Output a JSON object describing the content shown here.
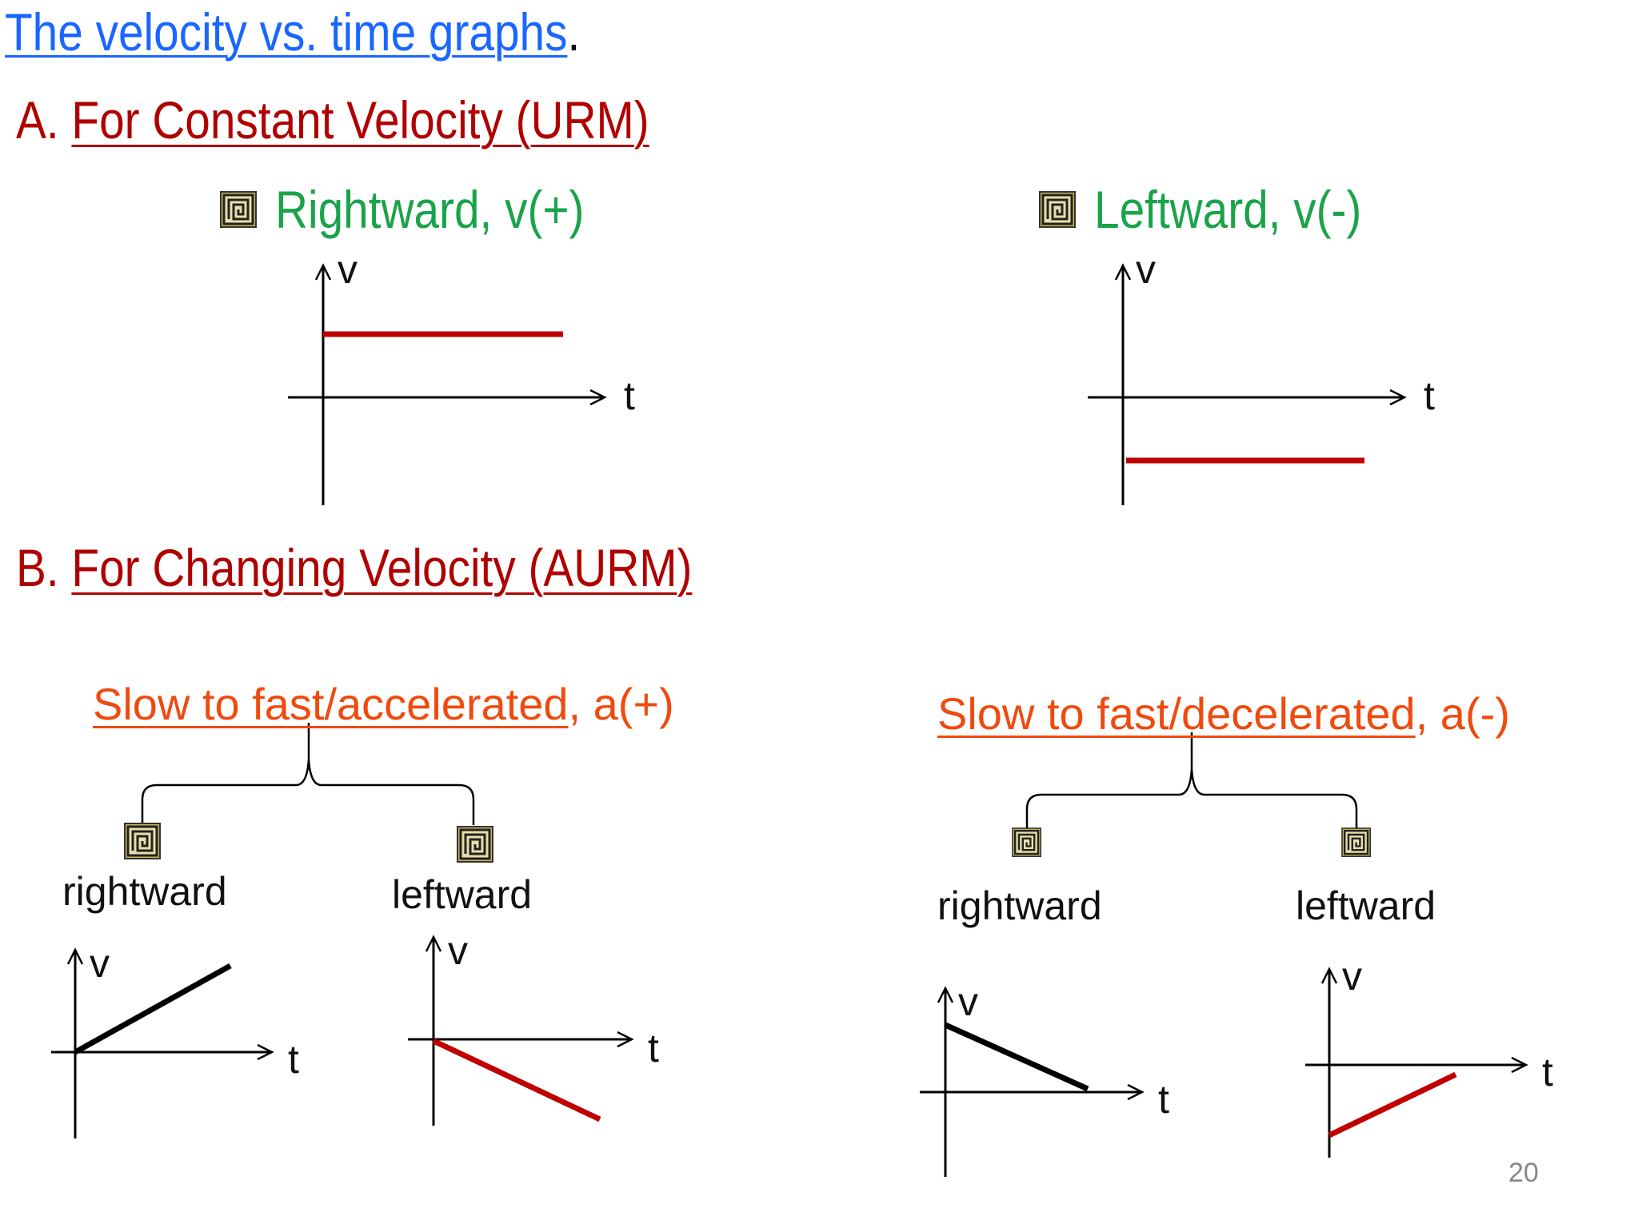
{
  "title": {
    "link_text": "The velocity vs. time graphs",
    "period": "."
  },
  "section_a": {
    "letter": "A.",
    "heading": "For Constant Velocity (URM)",
    "rightward": {
      "label": "Rightward, v(+)",
      "v_axis": "v",
      "t_axis": "t"
    },
    "leftward": {
      "label": "Leftward, v(-)",
      "v_axis": "v",
      "t_axis": "t"
    }
  },
  "section_b": {
    "letter": "B.",
    "heading": "For Changing Velocity (AURM)",
    "accelerated": {
      "label_underlined": "Slow to fast/accelerated",
      "label_rest": ", a(+)",
      "rightward": {
        "label": "rightward",
        "v_axis": "v",
        "t_axis": "t"
      },
      "leftward": {
        "label": "leftward",
        "v_axis": "v",
        "t_axis": "t"
      }
    },
    "decelerated": {
      "label_underlined": "Slow to fast/decelerated",
      "label_rest": ", a(-)",
      "rightward": {
        "label": "rightward",
        "v_axis": "v",
        "t_axis": "t"
      },
      "leftward": {
        "label": "leftward",
        "v_axis": "v",
        "t_axis": "t"
      }
    }
  },
  "page_number": "20",
  "colors": {
    "title_link": "#1a66ff",
    "heading": "#b00000",
    "green": "#1aa34a",
    "orange": "#f04a0f",
    "line_red": "#c00000",
    "line_black": "#000000"
  },
  "icons": {
    "bullet": "square-spiral-icon"
  }
}
